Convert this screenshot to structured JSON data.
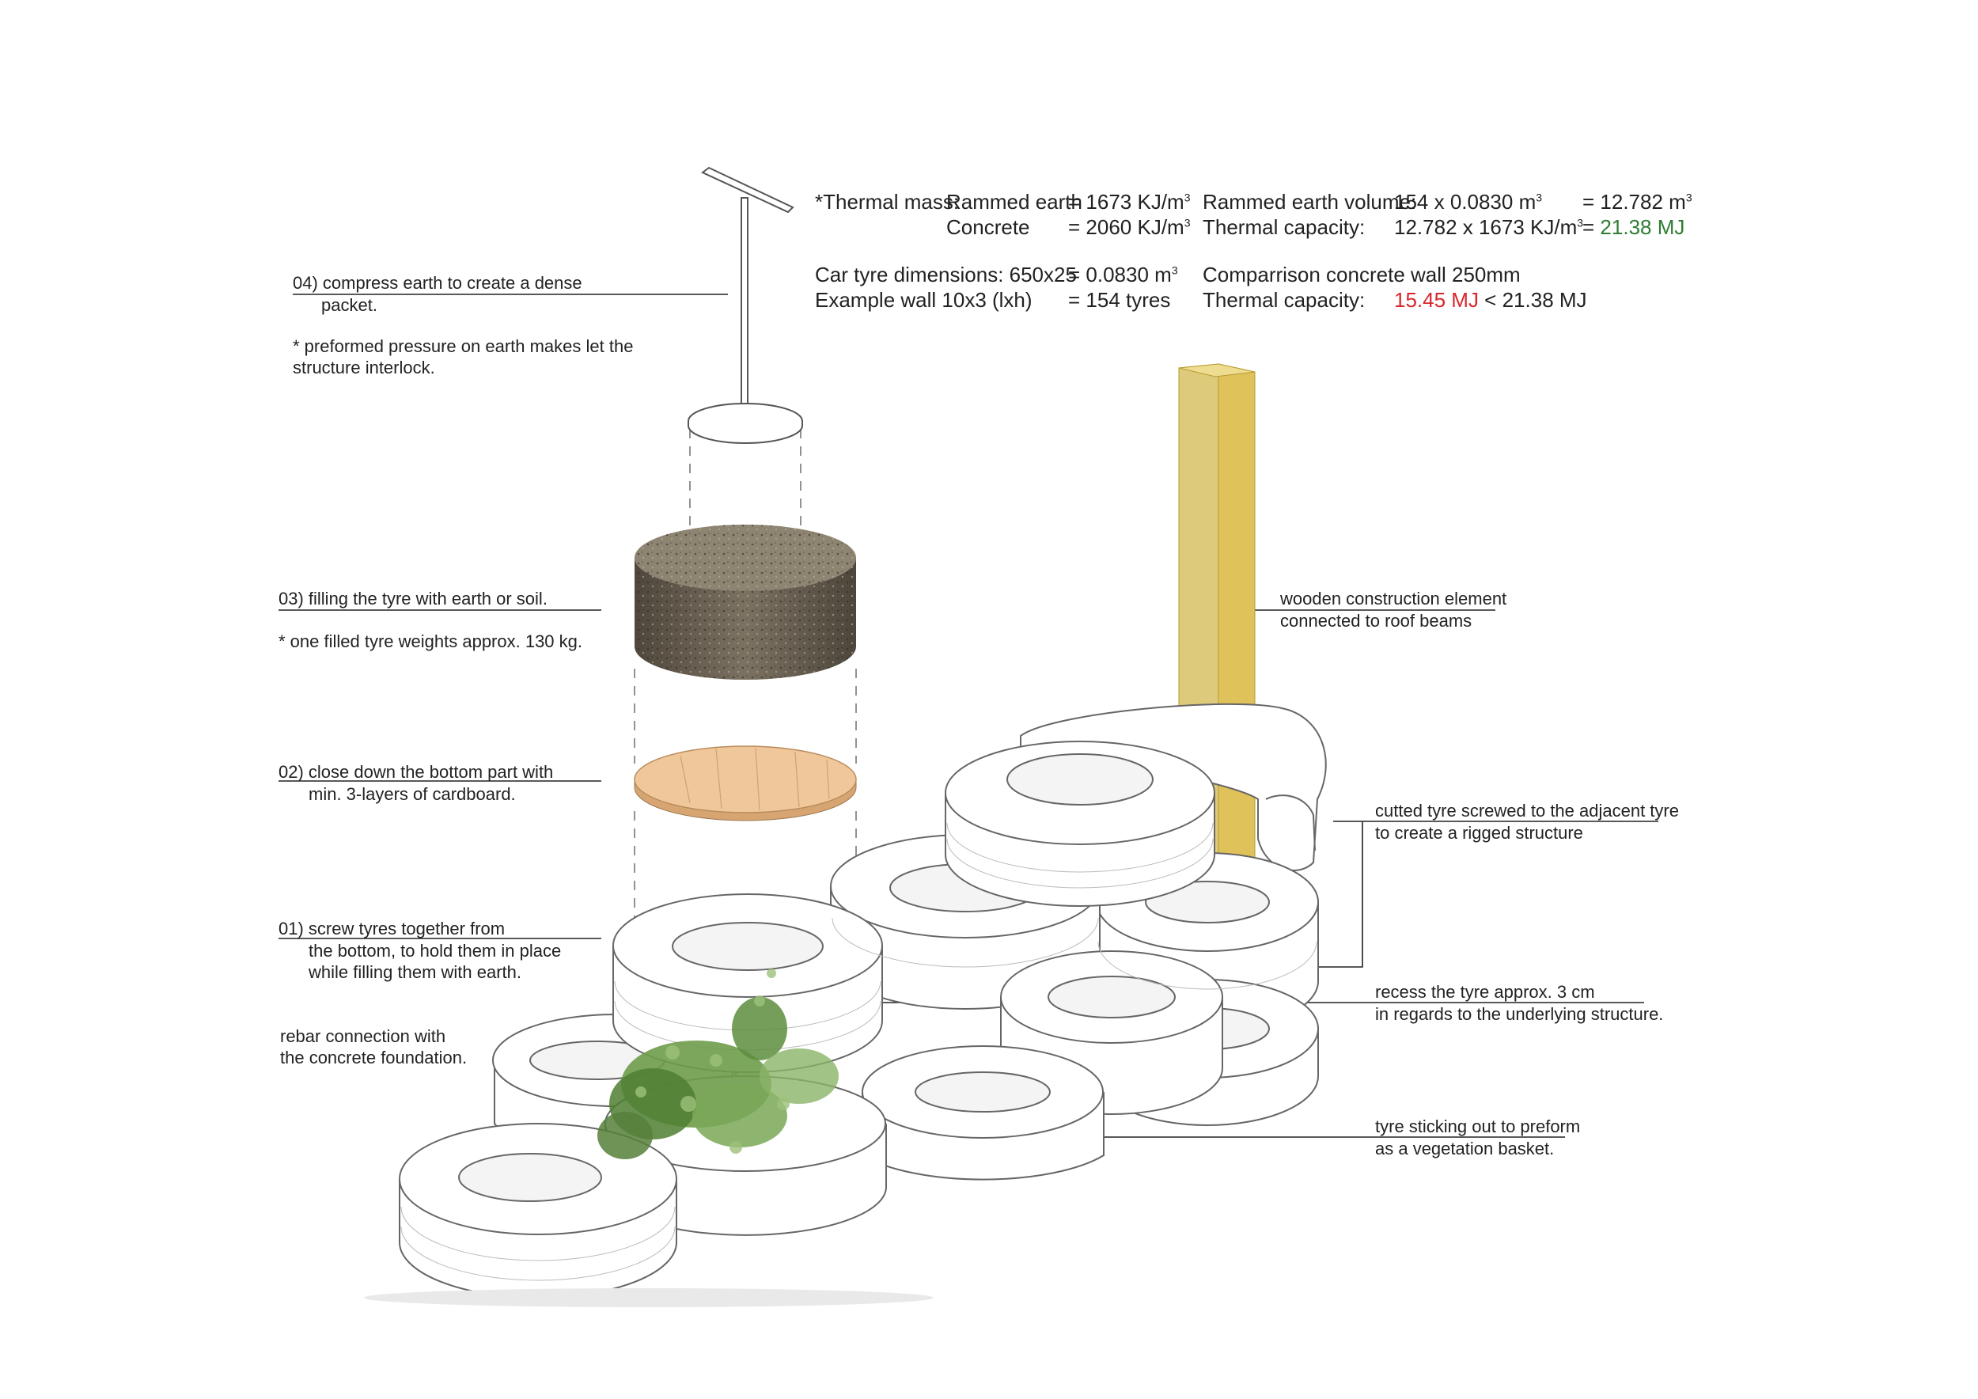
{
  "stats": {
    "thermal_mass_label": "*Thermal mass:",
    "rammed_earth_label": "Rammed earth",
    "rammed_earth_value": "= 1673 KJ/m",
    "concrete_label": "Concrete",
    "concrete_value": "= 2060 KJ/m",
    "exp3": "3",
    "tyre_dim_label": "Car tyre dimensions: 650x25",
    "tyre_dim_value": "= 0.0830 m",
    "wall_label": "Example wall 10x3 (lxh)",
    "wall_value": "= 154 tyres",
    "volume_label": "Rammed earth volume:",
    "volume_formula": "154 x 0.0830 m",
    "volume_result": "= 12.782 m",
    "capacity_label": "Thermal capacity:",
    "capacity_formula": "12.782 x 1673 KJ/m",
    "capacity_eq": "= ",
    "capacity_result": "21.38 MJ",
    "comparison_label": "Comparrison concrete wall 250mm",
    "capacity2_label": "Thermal capacity:",
    "capacity2_red": "15.45 MJ",
    "capacity2_rest": " < 21.38 MJ"
  },
  "steps": {
    "s04_line1": "04) compress earth to create a dense",
    "s04_line2": "packet.",
    "s04_note1": "* preformed pressure on earth makes let the",
    "s04_note2": "structure interlock.",
    "s03_line1": "03) filling the tyre with earth or soil.",
    "s03_note": "* one filled tyre weights approx. 130 kg.",
    "s02_line1": "02) close down the bottom part with",
    "s02_line2": "min. 3-layers of cardboard.",
    "s01_line1": "01) screw tyres together from",
    "s01_line2": "the bottom, to hold them in place",
    "s01_line3": "while filling them with earth.",
    "rebar_line1": "rebar connection with",
    "rebar_line2": "the concrete foundation."
  },
  "callouts": {
    "wood_line1": "wooden construction element",
    "wood_line2": "connected to roof beams",
    "cut_line1": "cutted tyre screwed to the adjacent tyre",
    "cut_line2": "to create a rigged structure",
    "recess_line1": "recess the tyre approx. 3 cm",
    "recess_line2": "in regards to the underlying structure.",
    "stick_line1": "tyre sticking out to preform",
    "stick_line2": "as a vegetation basket."
  },
  "colors": {
    "wood_front": "#ddc96a",
    "wood_side": "#e9c94d",
    "cardboard": "#f0c79b",
    "soil": "#6b6253",
    "plant": "#5f9140"
  },
  "icons": [
    "rammer-tool-icon",
    "soil-cylinder-icon",
    "cardboard-disc-icon",
    "tyre-icon",
    "wooden-post-icon",
    "plant-icon"
  ]
}
